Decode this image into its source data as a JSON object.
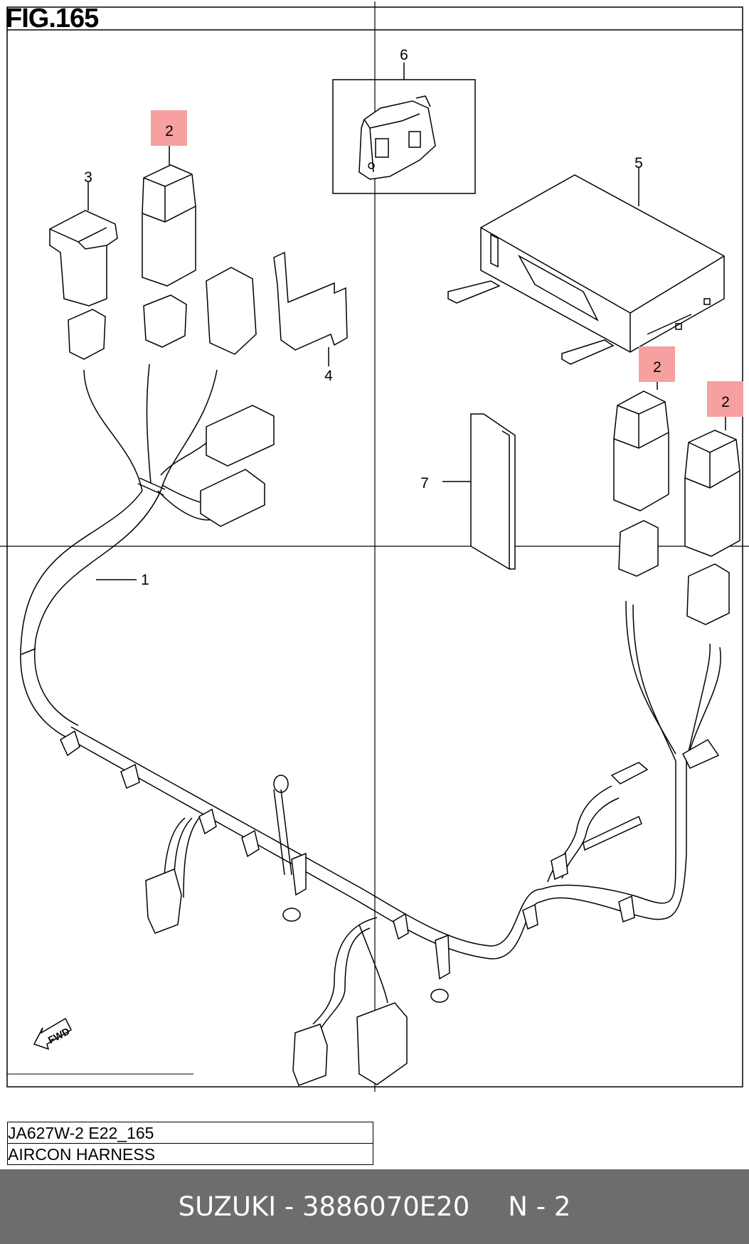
{
  "figure": {
    "title": "FIG.165"
  },
  "parts": {
    "p1": "1",
    "p2a": "2",
    "p2b": "2",
    "p2c": "2",
    "p3": "3",
    "p4": "4",
    "p5": "5",
    "p6": "6",
    "p7": "7"
  },
  "direction_label": "FWD",
  "caption": {
    "code": "JA627W-2 E22_165",
    "name": "AIRCON HARNESS"
  },
  "footer": {
    "brand_part": "SUZUKI - 3886070E20",
    "qty": "N - 2"
  },
  "colors": {
    "highlight": "#f7a0a0",
    "footer_bg": "#6d6d6d",
    "line": "#000000"
  }
}
